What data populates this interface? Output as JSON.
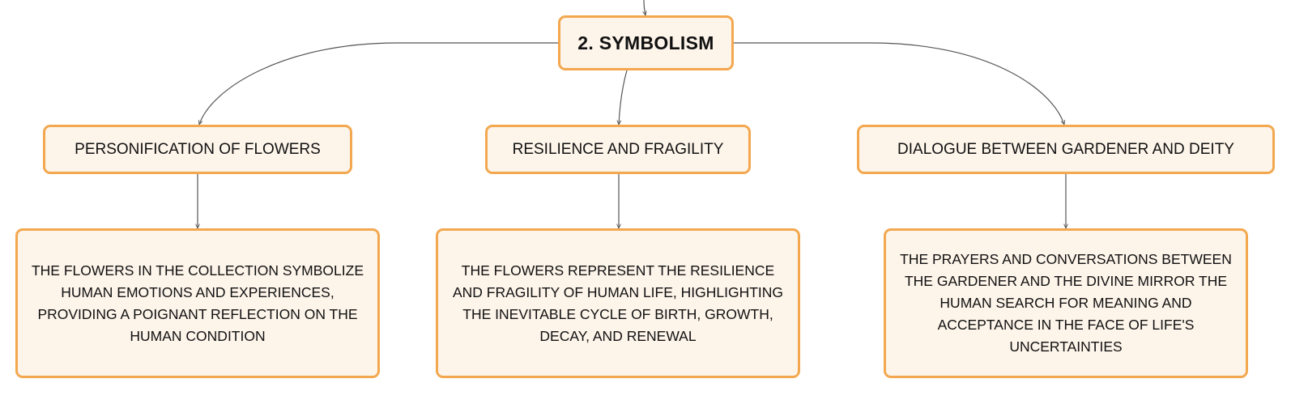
{
  "colors": {
    "node_fill": "#fdf4ea",
    "node_border": "#f3a84f",
    "connector": "#555555",
    "text": "#111111"
  },
  "root": {
    "label": "2. SYMBOLISM"
  },
  "branches": [
    {
      "label": "PERSONIFICATION OF FLOWERS",
      "detail": "THE FLOWERS IN THE COLLECTION SYMBOLIZE HUMAN EMOTIONS AND EXPERIENCES, PROVIDING A POIGNANT REFLECTION ON THE HUMAN CONDITION"
    },
    {
      "label": "RESILIENCE AND FRAGILITY",
      "detail": "THE FLOWERS REPRESENT THE RESILIENCE AND FRAGILITY OF HUMAN LIFE, HIGHLIGHTING THE INEVITABLE CYCLE OF BIRTH, GROWTH, DECAY, AND RENEWAL"
    },
    {
      "label": "DIALOGUE BETWEEN GARDENER AND DEITY",
      "detail": "THE PRAYERS AND CONVERSATIONS BETWEEN THE GARDENER AND THE DIVINE MIRROR THE HUMAN SEARCH FOR MEANING AND ACCEPTANCE IN THE FACE OF LIFE'S UNCERTAINTIES"
    }
  ]
}
